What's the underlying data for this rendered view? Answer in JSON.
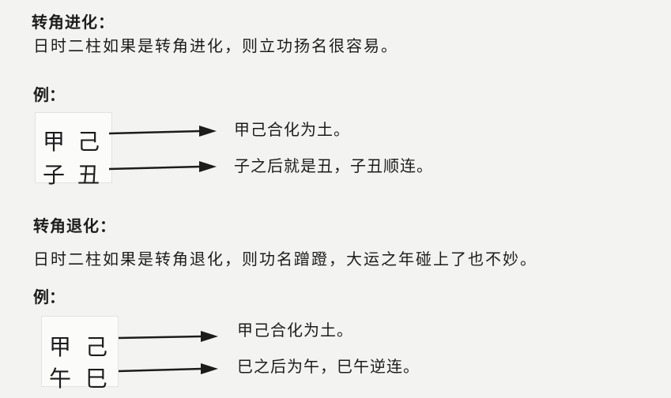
{
  "section1": {
    "heading": "转角进化：",
    "paragraph": "日时二柱如果是转角进化，则立功扬名很容易。",
    "example_label": "例：",
    "pillars": {
      "top_left": "甲",
      "top_right": "己",
      "bottom_left": "子",
      "bottom_right": "丑"
    },
    "notes": [
      "甲己合化为土。",
      "子之后就是丑，子丑顺连。"
    ]
  },
  "section2": {
    "heading": "转角退化：",
    "paragraph": "日时二柱如果是转角退化，则功名蹭蹬，大运之年碰上了也不妙。",
    "example_label": "例：",
    "pillars": {
      "top_left": "甲",
      "top_right": "己",
      "bottom_left": "午",
      "bottom_right": "巳"
    },
    "notes": [
      "甲己合化为土。",
      "巳之后为午，巳午逆连。"
    ]
  }
}
